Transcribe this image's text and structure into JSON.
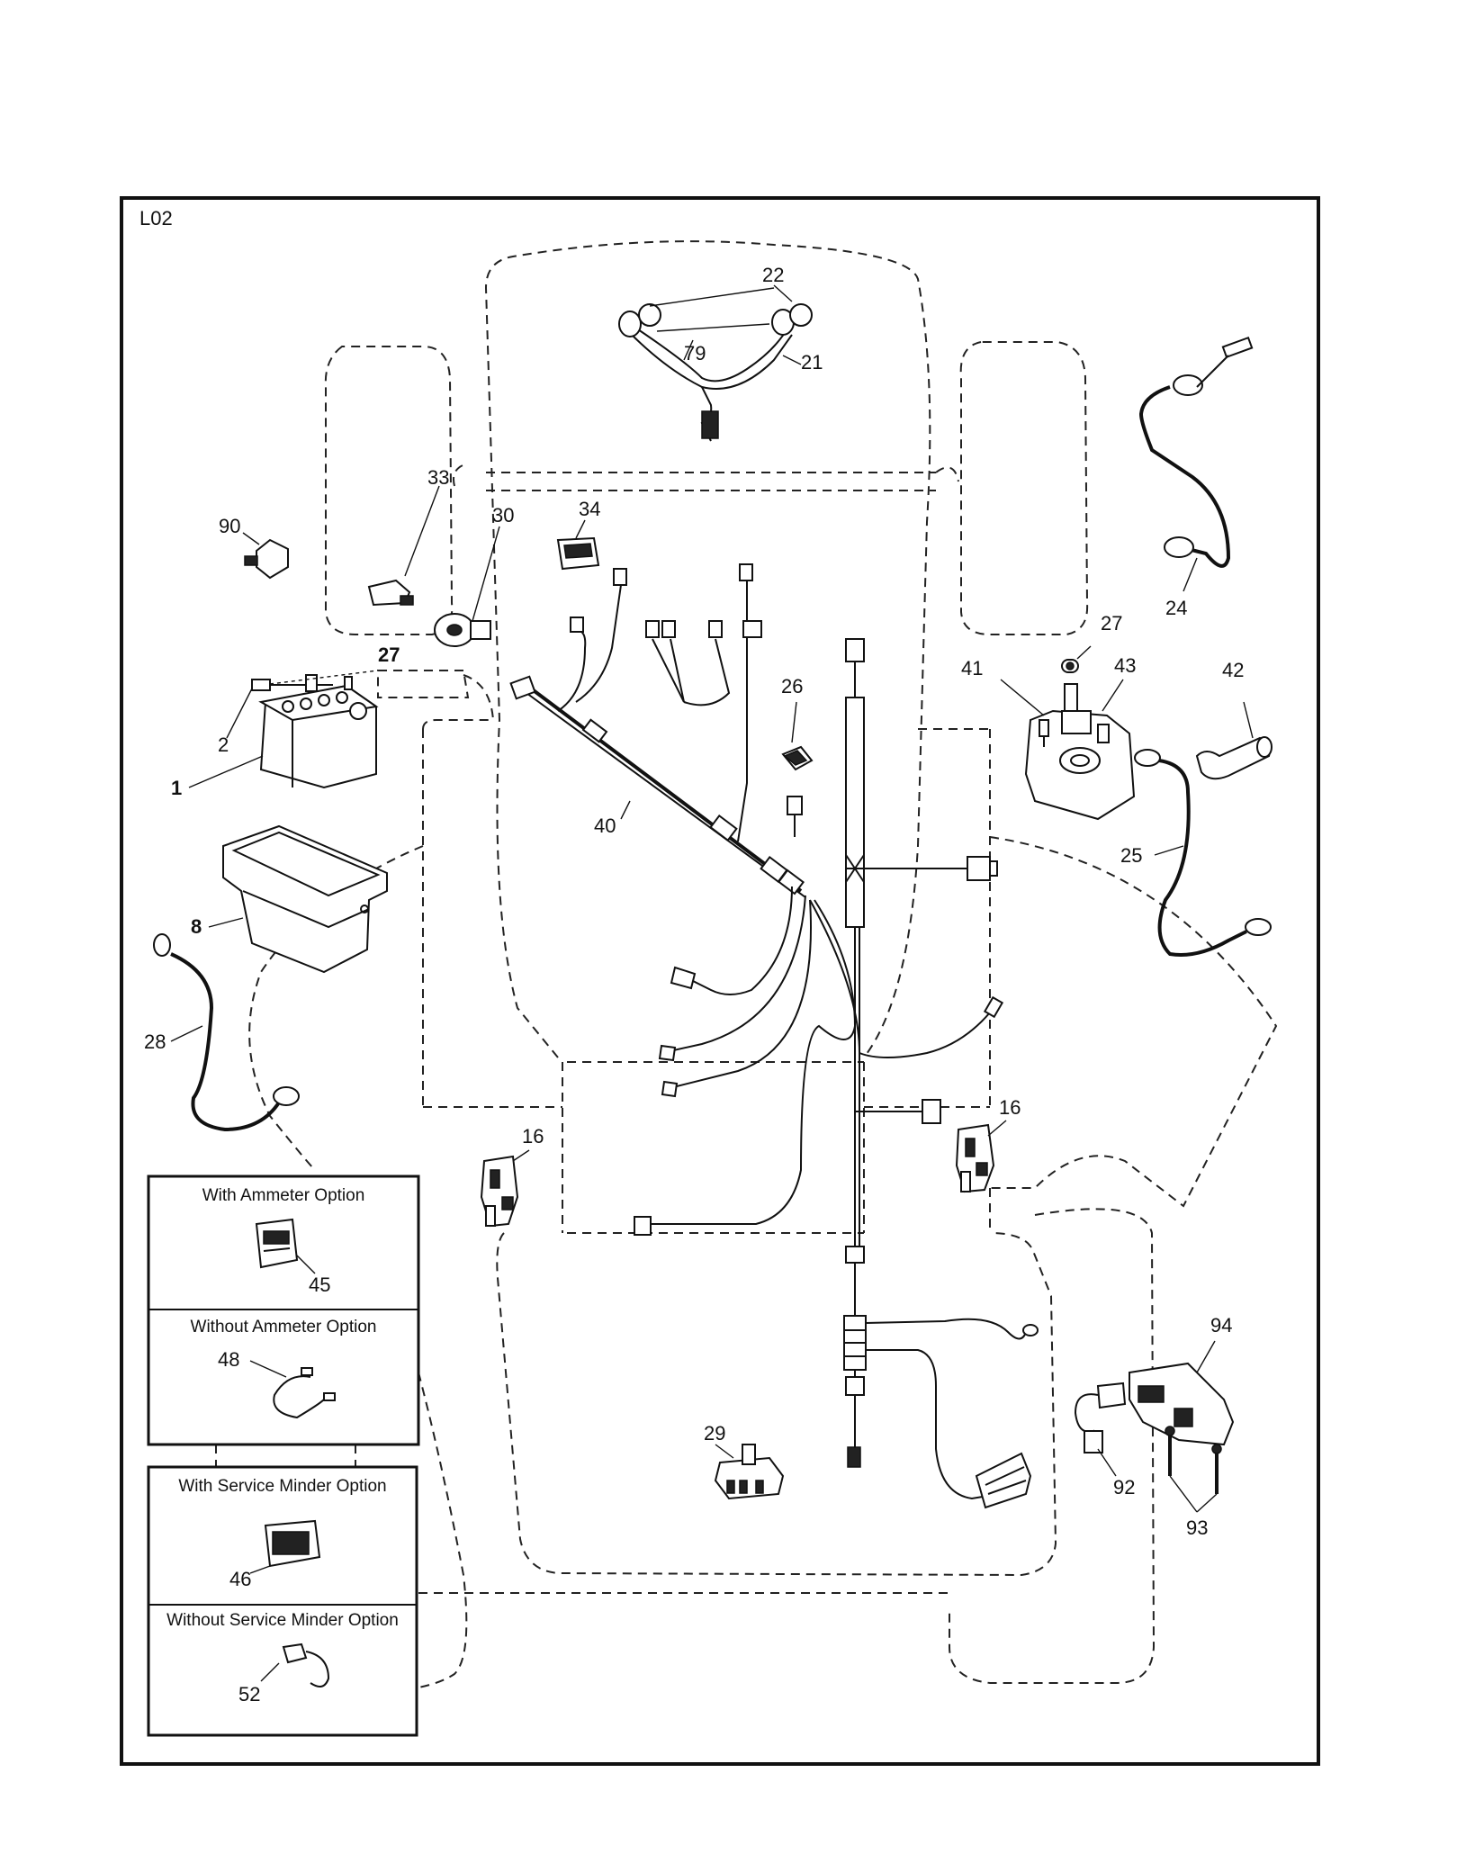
{
  "page_label": "L02",
  "options": {
    "ammeter_with": "With Ammeter Option",
    "ammeter_without": "Without Ammeter Option",
    "service_with": "With Service Minder Option",
    "service_without": "Without Service Minder Option"
  },
  "callouts": [
    {
      "id": "c22",
      "text": "22",
      "bold": false
    },
    {
      "id": "c79",
      "text": "79",
      "bold": false
    },
    {
      "id": "c21",
      "text": "21",
      "bold": false
    },
    {
      "id": "c24",
      "text": "24",
      "bold": false
    },
    {
      "id": "c33",
      "text": "33",
      "bold": false
    },
    {
      "id": "c90",
      "text": "90",
      "bold": false
    },
    {
      "id": "c30",
      "text": "30",
      "bold": false
    },
    {
      "id": "c34",
      "text": "34",
      "bold": false
    },
    {
      "id": "c27a",
      "text": "27",
      "bold": true
    },
    {
      "id": "c2",
      "text": "2",
      "bold": false
    },
    {
      "id": "c1",
      "text": "1",
      "bold": true
    },
    {
      "id": "c26",
      "text": "26",
      "bold": false
    },
    {
      "id": "c27b",
      "text": "27",
      "bold": false
    },
    {
      "id": "c41",
      "text": "41",
      "bold": false
    },
    {
      "id": "c43",
      "text": "43",
      "bold": false
    },
    {
      "id": "c42",
      "text": "42",
      "bold": false
    },
    {
      "id": "c40",
      "text": "40",
      "bold": false
    },
    {
      "id": "c25",
      "text": "25",
      "bold": false
    },
    {
      "id": "c8",
      "text": "8",
      "bold": true
    },
    {
      "id": "c28",
      "text": "28",
      "bold": false
    },
    {
      "id": "c16a",
      "text": "16",
      "bold": false
    },
    {
      "id": "c16b",
      "text": "16",
      "bold": false
    },
    {
      "id": "c45",
      "text": "45",
      "bold": false
    },
    {
      "id": "c48",
      "text": "48",
      "bold": false
    },
    {
      "id": "c94",
      "text": "94",
      "bold": false
    },
    {
      "id": "c29",
      "text": "29",
      "bold": false
    },
    {
      "id": "c92",
      "text": "92",
      "bold": false
    },
    {
      "id": "c93",
      "text": "93",
      "bold": false
    },
    {
      "id": "c46",
      "text": "46",
      "bold": false
    },
    {
      "id": "c52",
      "text": "52",
      "bold": false
    }
  ]
}
